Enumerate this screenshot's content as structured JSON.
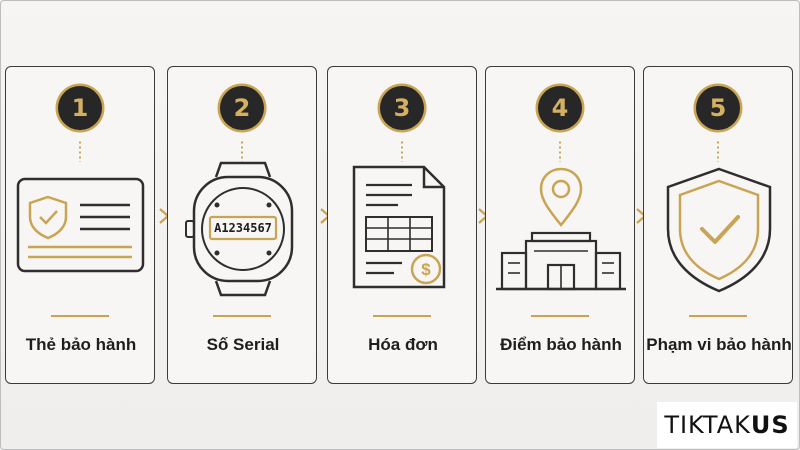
{
  "steps": [
    {
      "number": "1",
      "label": "Thẻ bảo hành",
      "icon": "warranty-card-icon"
    },
    {
      "number": "2",
      "label": "Số Serial",
      "icon": "watch-serial-icon",
      "serial_text": "A1234567"
    },
    {
      "number": "3",
      "label": "Hóa đơn",
      "icon": "invoice-icon",
      "currency_symbol": "$"
    },
    {
      "number": "4",
      "label": "Điểm bảo hành",
      "icon": "service-center-icon"
    },
    {
      "number": "5",
      "label": "Phạm vi bảo hành",
      "icon": "shield-check-icon"
    }
  ],
  "logo": {
    "part1": "TIKTAK",
    "part2": "US"
  },
  "colors": {
    "accent": "#c9a452",
    "dark": "#272727",
    "stroke": "#2e2e2e",
    "background": "#f3f2f0"
  }
}
